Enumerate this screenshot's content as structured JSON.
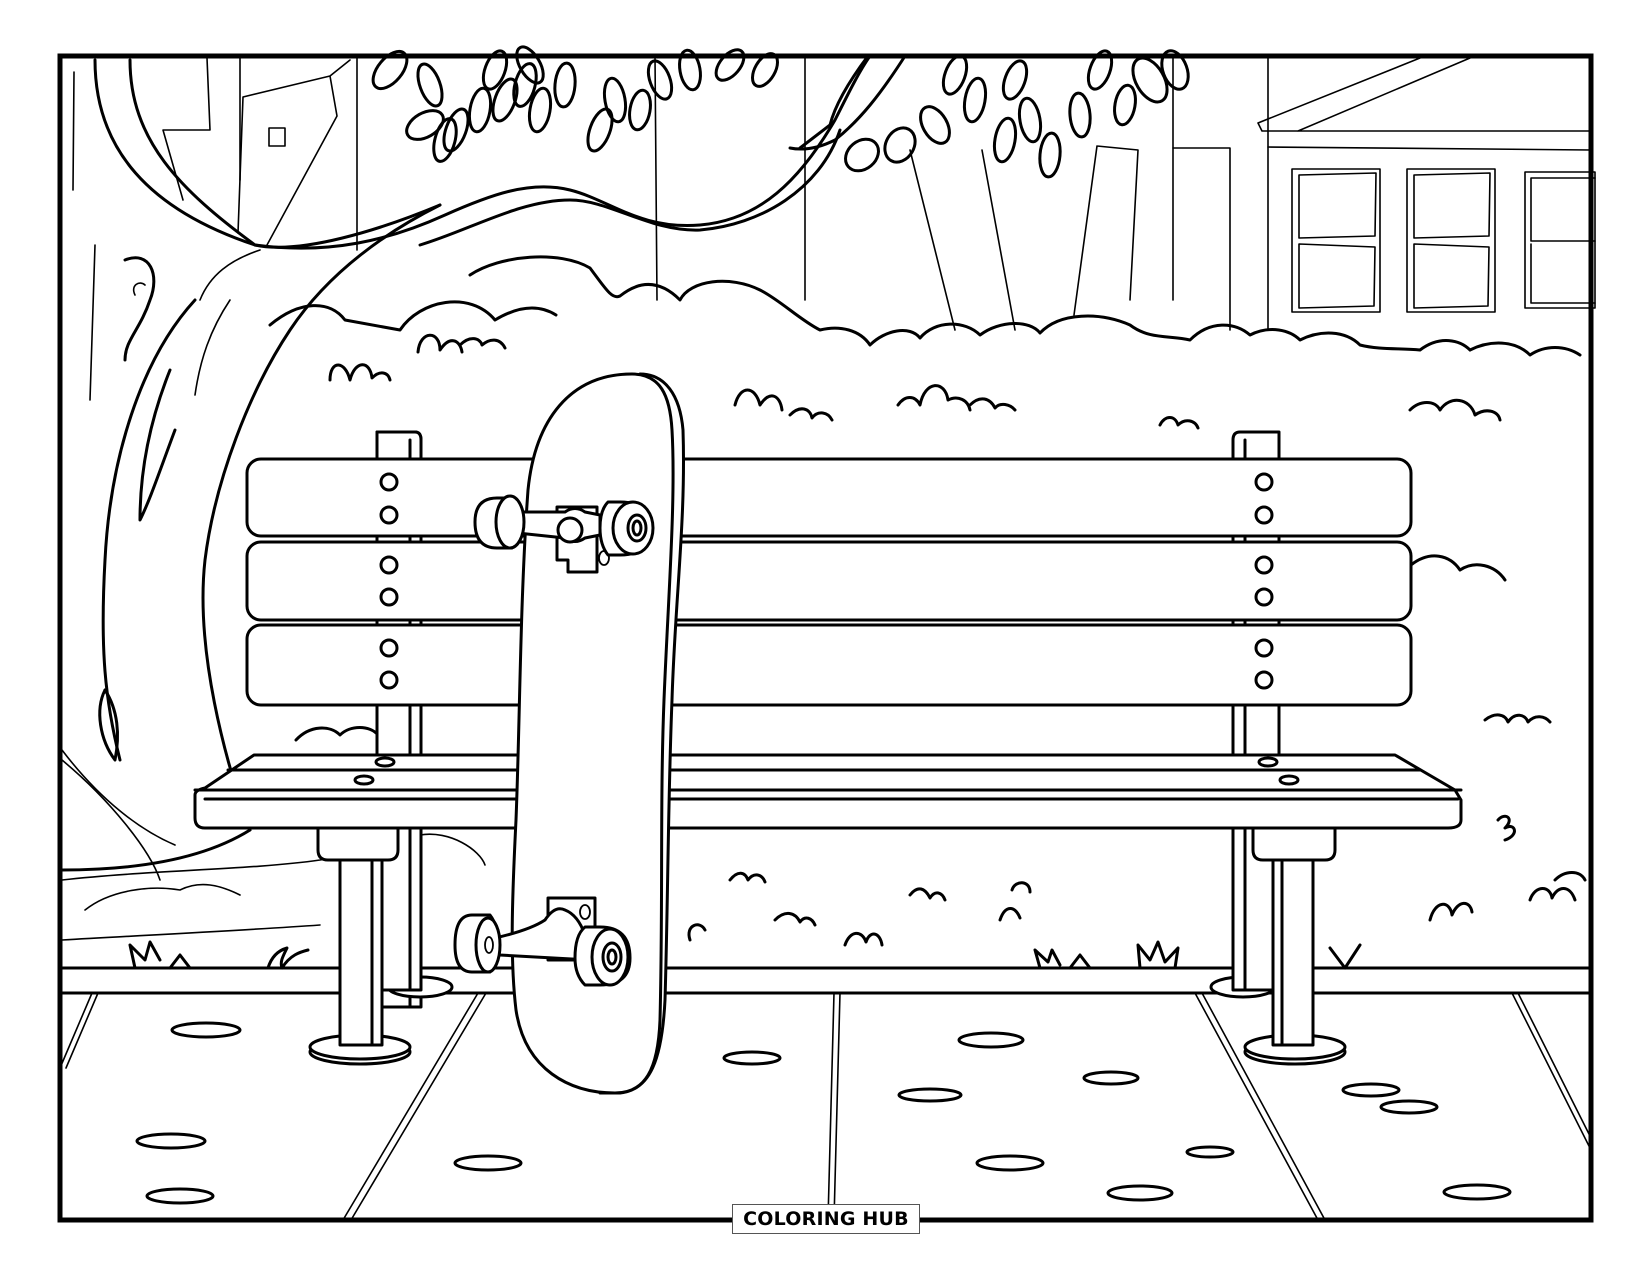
{
  "page": {
    "type": "coloring-page",
    "subject": "skateboard leaning on park bench",
    "colors": {
      "line": "#000000",
      "background": "#ffffff"
    }
  },
  "watermark": {
    "label": "COLORING HUB"
  },
  "scene": {
    "elements": [
      "tree-trunk-and-branch",
      "leaf-clusters",
      "wooden-fence",
      "house-with-windows",
      "bushes",
      "grass-tufts",
      "park-bench",
      "skateboard",
      "sidewalk-with-stones"
    ],
    "bench": {
      "back_slats": 3,
      "bolt_holes_per_side": 6,
      "legs": 4
    },
    "skateboard": {
      "trucks": 2,
      "wheels_visible": 4
    },
    "house": {
      "windows_visible": 3
    }
  }
}
